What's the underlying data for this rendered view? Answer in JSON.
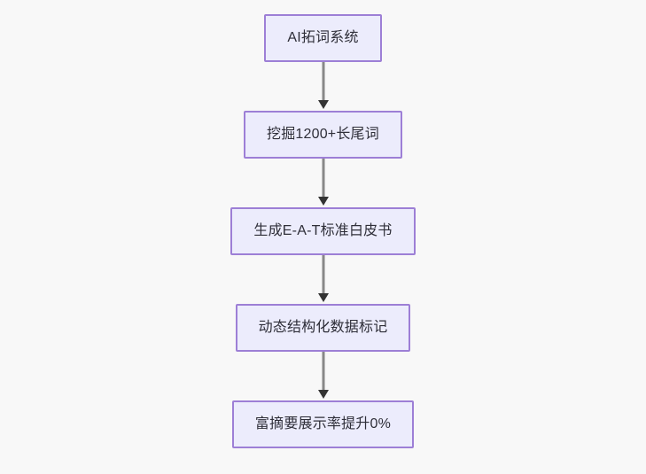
{
  "diagram": {
    "type": "flowchart",
    "direction": "top-to-bottom",
    "background_color": "#f8f8f8",
    "node_fill_color": "#ececfc",
    "node_border_color": "#9d7fd6",
    "node_text_color": "#2e2e38",
    "connector_color": "#888888",
    "arrowhead_color": "#333333",
    "nodes": [
      {
        "id": "n1",
        "label": "AI拓词系统"
      },
      {
        "id": "n2",
        "label": "挖掘1200+长尾词"
      },
      {
        "id": "n3",
        "label": "生成E-A-T标准白皮书"
      },
      {
        "id": "n4",
        "label": "动态结构化数据标记"
      },
      {
        "id": "n5",
        "label": "富摘要展示率提升0%"
      }
    ],
    "edges": [
      {
        "from": "n1",
        "to": "n2",
        "label": ""
      },
      {
        "from": "n2",
        "to": "n3",
        "label": ""
      },
      {
        "from": "n3",
        "to": "n4",
        "label": ""
      },
      {
        "from": "n4",
        "to": "n5",
        "label": ""
      }
    ]
  }
}
